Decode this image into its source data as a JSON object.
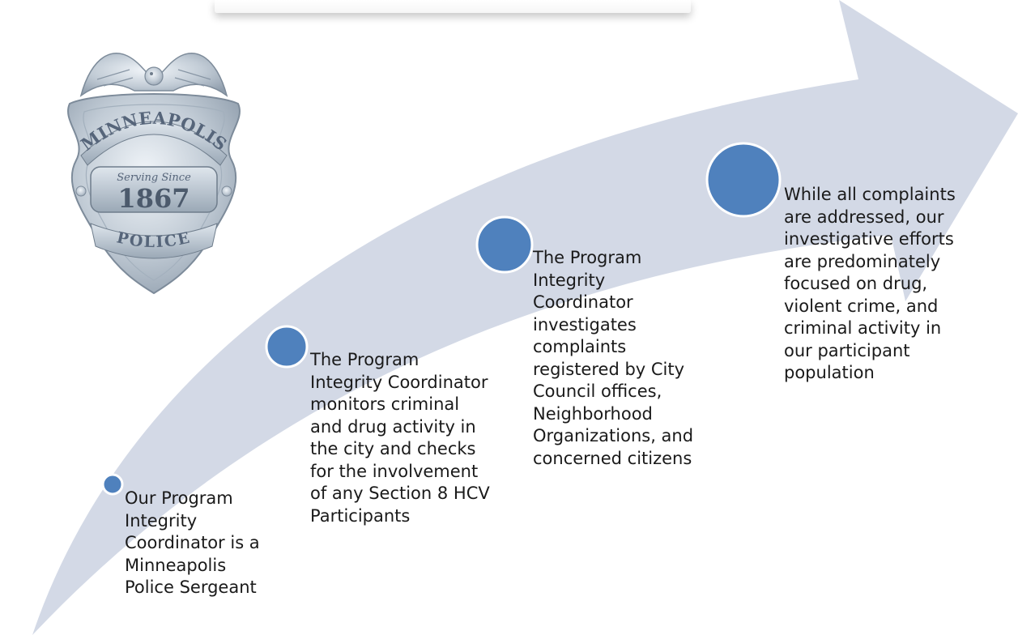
{
  "badge": {
    "city": "MINNEAPOLIS",
    "motto": "Serving Since",
    "year": "1867",
    "department": "POLICE"
  },
  "colors": {
    "arrow": "#d3d9e6",
    "circle_fill": "#4f81bd",
    "circle_stroke": "#ffffff",
    "badge_metal": "#b9c4cf",
    "text": "#1a1a1a"
  },
  "steps": [
    {
      "text": "Our Program Integrity Coordinator is a Minneapolis Police Sergeant"
    },
    {
      "text": "The Program Integrity Coordinator monitors criminal and drug activity in the city and checks for the involvement of any Section 8 HCV Participants"
    },
    {
      "text": "The Program Integrity Coordinator investigates complaints registered by City Council offices, Neighborhood Organizations, and concerned citizens"
    },
    {
      "text": "While all complaints are addressed, our investigative efforts are predominately focused on drug, violent crime, and criminal activity in our participant population"
    }
  ]
}
